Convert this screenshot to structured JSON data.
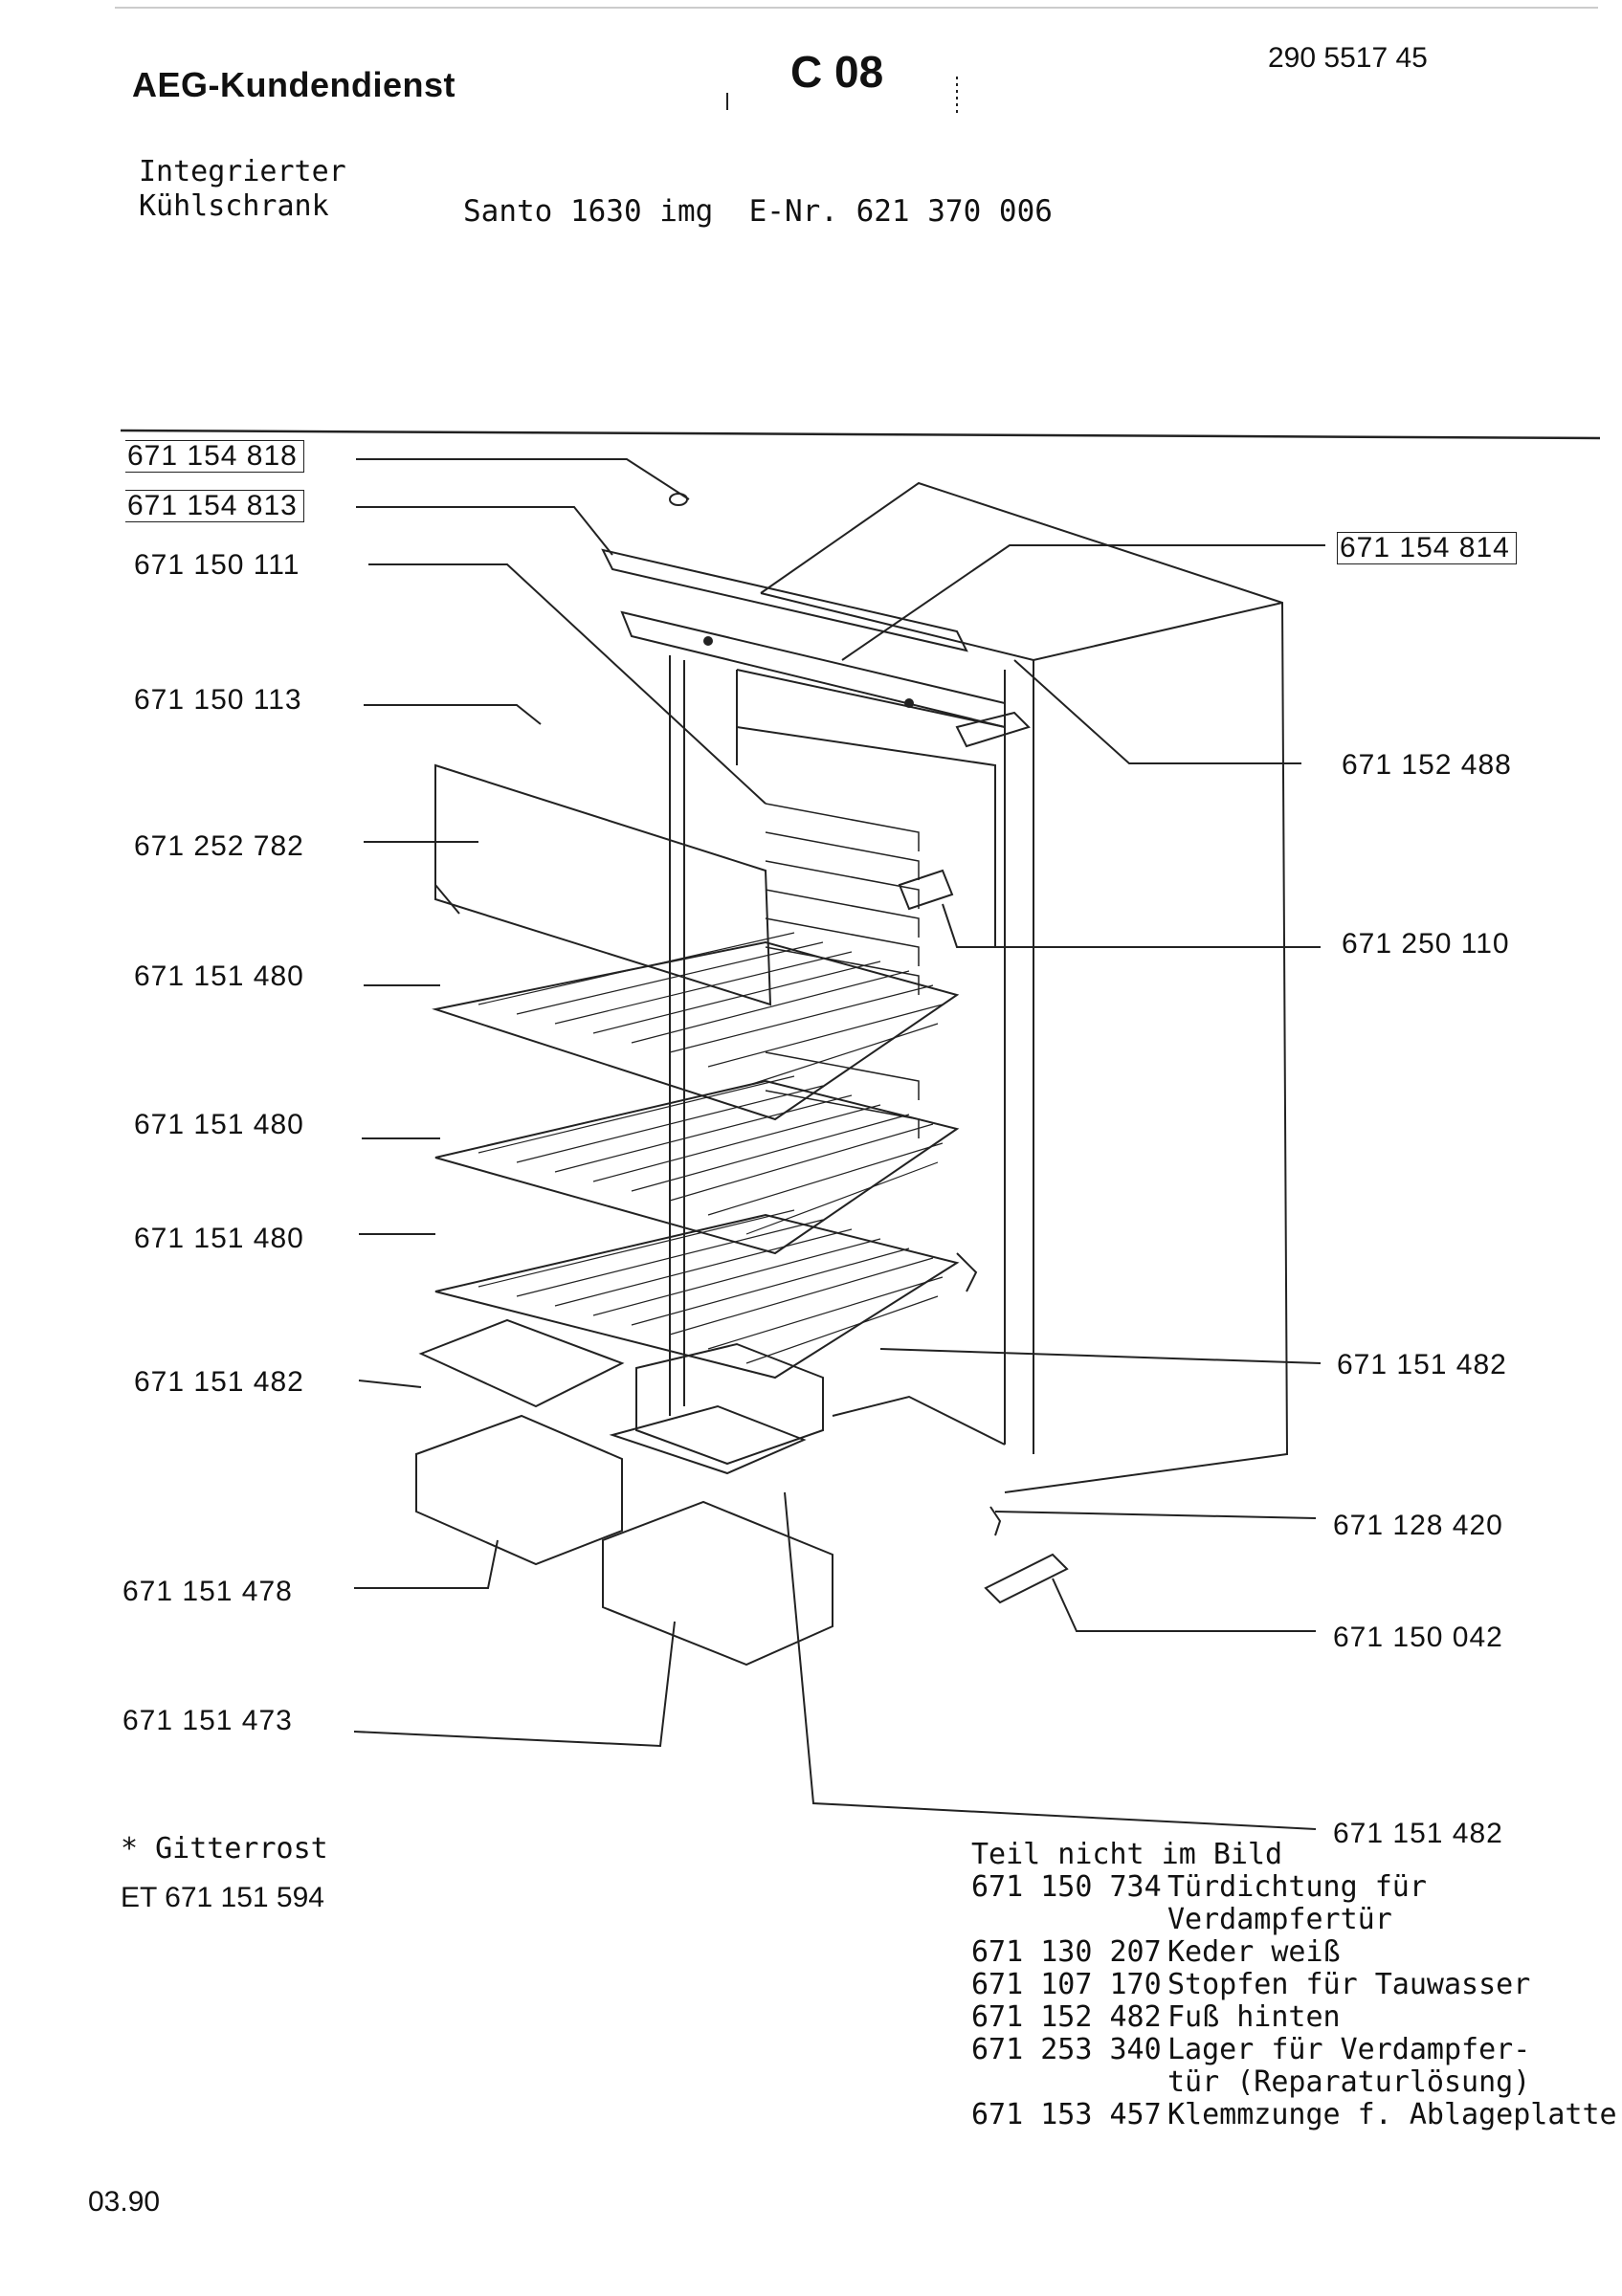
{
  "header": {
    "brand": "AEG-Kundendienst",
    "page_code": "C 08",
    "doc_number": "290 5517 45"
  },
  "product": {
    "type_line1": "Integrierter",
    "type_line2": "Kühlschrank",
    "model": "Santo 1630 img",
    "e_number": "E-Nr. 621 370 006"
  },
  "part_labels": {
    "top_cap": "671 154 818",
    "top_cover": "671 154 813",
    "thermostat_bracket": "671 150 111",
    "latch": "671 150 113",
    "evaporator_door": "671 252 782",
    "shelf_1": "671 151 480",
    "shelf_2": "671 151 480",
    "shelf_3": "671 151 480",
    "drawer_cover_left": "671 151 482",
    "crisper_drawer": "671 151 478",
    "crisper_drawer_small": "671 151 473",
    "top_rail": "671 154 814",
    "hinge_top": "671 152 488",
    "lamp_housing": "671 250 110",
    "glass_plate": "671 151 482",
    "door_stop": "671 128 420",
    "hinge_bottom": "671 150 042",
    "drawer_cover_bottom": "671 151 482"
  },
  "gitterrost": {
    "title": "* Gitterrost",
    "et": "ET 671 151 594"
  },
  "not_in_picture": {
    "heading": "Teil nicht im Bild",
    "items": [
      {
        "number": "671 150 734",
        "desc": "Türdichtung für",
        "desc2": "Verdampfertür"
      },
      {
        "number": "671 130 207",
        "desc": "Keder weiß"
      },
      {
        "number": "671 107 170",
        "desc": "Stopfen für Tauwasser"
      },
      {
        "number": "671 152 482",
        "desc": "Fuß hinten"
      },
      {
        "number": "671 253 340",
        "desc": "Lager für Verdampfer-",
        "desc2": "tür (Reparaturlösung)"
      },
      {
        "number": "671 153 457",
        "desc": "Klemmzunge f. Ablageplatte"
      }
    ]
  },
  "footer": {
    "date": "03.90"
  }
}
